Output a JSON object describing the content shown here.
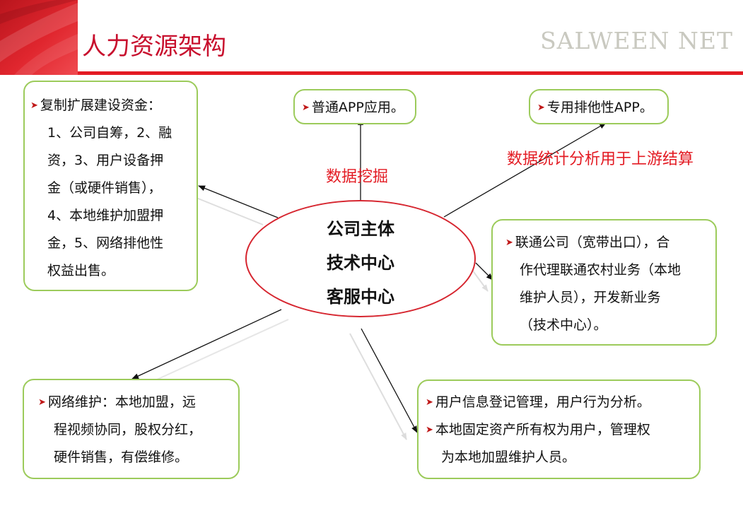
{
  "title": "人力资源架构",
  "brand": "SALWEEN NET",
  "center": {
    "lines": [
      "公司主体",
      "技术中心",
      "客服中心"
    ]
  },
  "labels": {
    "data_mining": "数据挖掘",
    "stats_analysis": "数据统计分析用于上游结算"
  },
  "boxes": {
    "capital": {
      "lines": [
        "复制扩展建设资金：",
        "1、公司自筹，2、融",
        "资，3、用户设备押",
        "金（或硬件销售），",
        "4、本地维护加盟押",
        "金，5、网络排他性",
        "权益出售。"
      ]
    },
    "app_general": {
      "text": "普通APP应用。"
    },
    "app_exclusive": {
      "text": "专用排他性APP。"
    },
    "unicom": {
      "lines": [
        "联通公司（宽带出口），合",
        "作代理联通农村业务（本地",
        "维护人员），开发新业务",
        "（技术中心）。"
      ]
    },
    "network": {
      "lines": [
        "网络维护：本地加盟，远",
        "程视频协同，股权分红，",
        "硬件销售，有偿维修。"
      ]
    },
    "user": {
      "item1": "用户信息登记管理，用户行为分析。",
      "item2_lines": [
        "本地固定资产所有权为用户，管理权",
        "为本地加盟维护人员。"
      ]
    }
  },
  "colors": {
    "accent_red": "#e31b23",
    "box_border_green": "#9ccb5b",
    "brand_gray": "#c9c9c0"
  },
  "icons": {
    "bullet": "right-triangle-bullet-icon"
  }
}
